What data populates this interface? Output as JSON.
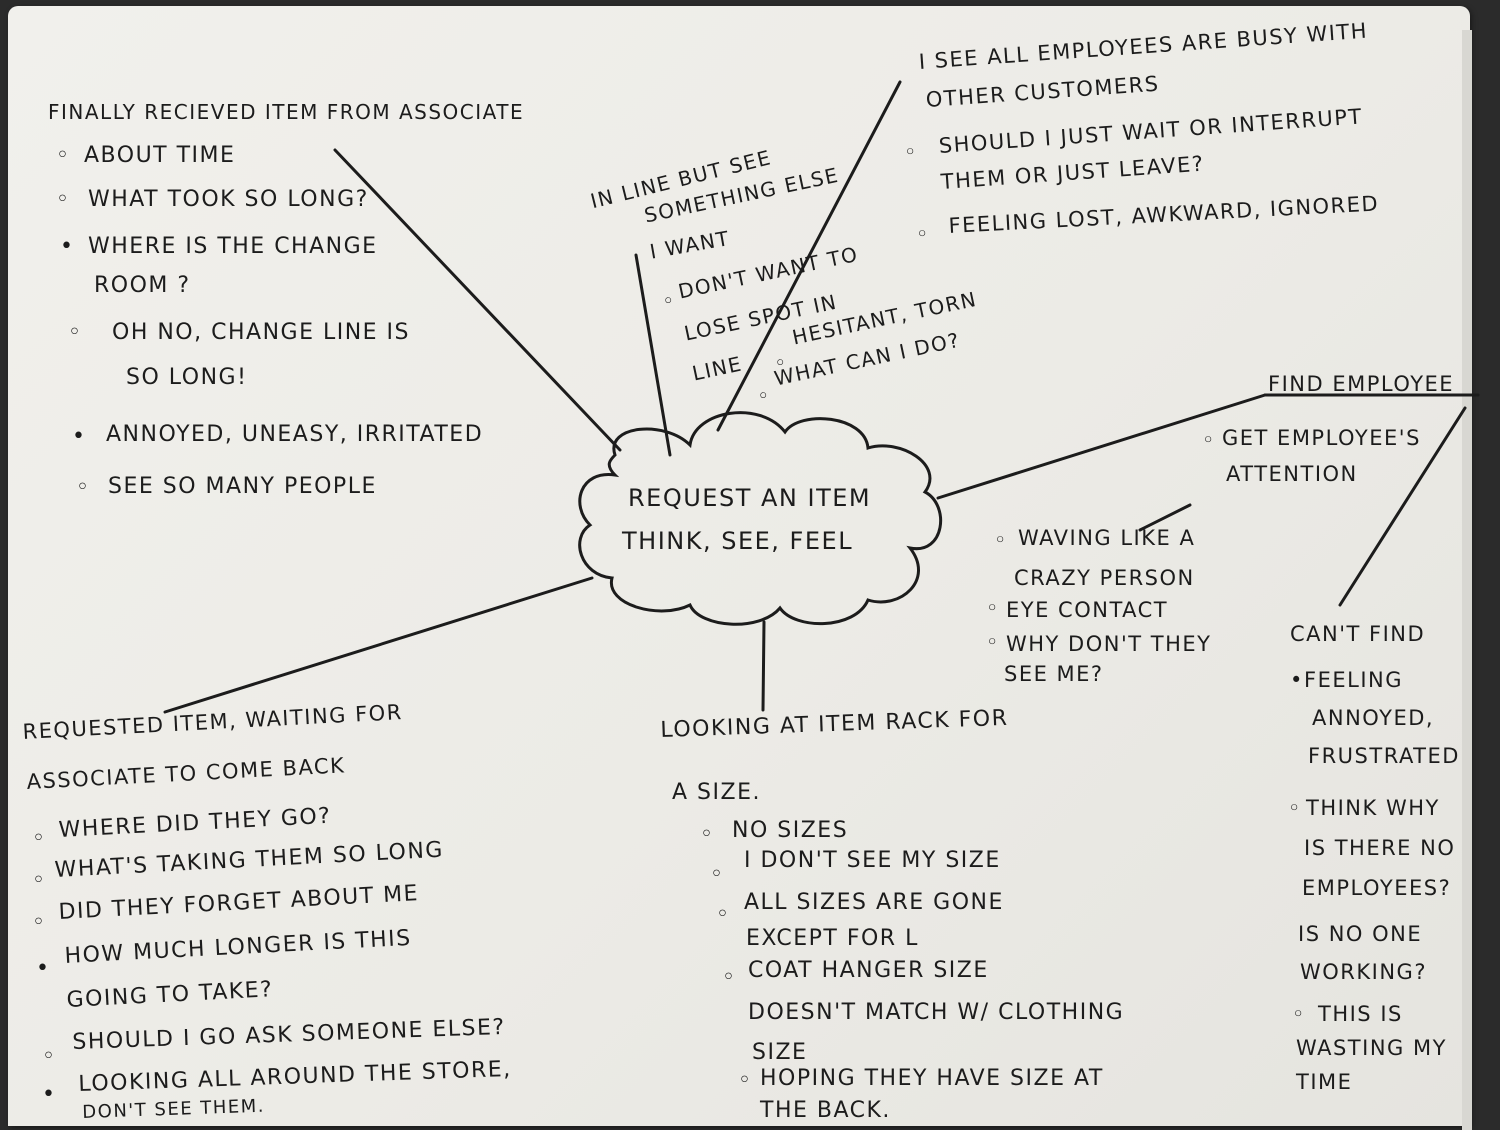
{
  "center": {
    "line1": "REQUEST AN ITEM",
    "line2": "THINK, SEE, FEEL"
  },
  "branches": {
    "received": {
      "title": "FINALLY RECIEVED ITEM FROM ASSOCIATE",
      "items": [
        "ABOUT TIME",
        "WHAT TOOK SO LONG?",
        "WHERE IS THE CHANGE",
        "ROOM ?",
        "OH NO, CHANGE LINE IS",
        "SO LONG!",
        "ANNOYED, UNEASY, IRRITATED",
        "SEE SO MANY PEOPLE"
      ]
    },
    "in_line": {
      "title_1": "IN LINE BUT SEE",
      "title_2": "SOMETHING ELSE",
      "title_3": "I WANT",
      "items": [
        "DON'T WANT TO",
        "LOSE SPOT IN",
        "LINE",
        "HESITANT, TORN",
        "WHAT CAN I DO?"
      ]
    },
    "busy": {
      "items": [
        "I SEE ALL EMPLOYEES ARE BUSY WITH",
        "OTHER CUSTOMERS",
        "SHOULD I JUST WAIT OR INTERRUPT",
        "THEM OR JUST LEAVE?",
        "FEELING LOST, AWKWARD, IGNORED"
      ]
    },
    "find_employee": {
      "title": "FIND EMPLOYEE",
      "items": [
        "GET EMPLOYEE'S",
        "ATTENTION",
        "WAVING LIKE A",
        "CRAZY PERSON",
        "EYE CONTACT",
        "WHY DON'T THEY",
        "SEE ME?"
      ]
    },
    "cant_find": {
      "title": "CAN'T FIND",
      "items": [
        "FEELING",
        "ANNOYED,",
        "FRUSTRATED",
        "THINK WHY",
        "IS THERE NO",
        "EMPLOYEES?",
        "IS NO ONE",
        "WORKING?",
        "THIS IS",
        "WASTING MY",
        "TIME"
      ]
    },
    "rack": {
      "title_1": "LOOKING AT ITEM RACK FOR",
      "title_2": "A SIZE.",
      "items": [
        "NO SIZES",
        "I DON'T SEE MY SIZE",
        "ALL SIZES ARE GONE",
        "EXCEPT FOR L",
        "COAT HANGER SIZE",
        "DOESN'T MATCH W/ CLOTHING",
        "SIZE",
        "HOPING THEY HAVE SIZE AT",
        "THE BACK."
      ]
    },
    "waiting": {
      "title_1": "REQUESTED ITEM, WAITING FOR",
      "title_2": "ASSOCIATE TO COME BACK",
      "items": [
        "WHERE DID THEY GO?",
        "WHAT'S TAKING THEM SO LONG",
        "DID THEY FORGET ABOUT ME",
        "HOW MUCH LONGER IS THIS",
        "GOING TO TAKE?",
        "SHOULD I GO ASK SOMEONE ELSE?",
        "LOOKING ALL AROUND THE STORE,",
        "DON'T SEE THEM."
      ]
    }
  },
  "colors": {
    "ink": "#1c1c1c",
    "paper": "#eeede8",
    "background": "#2b2b2b"
  }
}
